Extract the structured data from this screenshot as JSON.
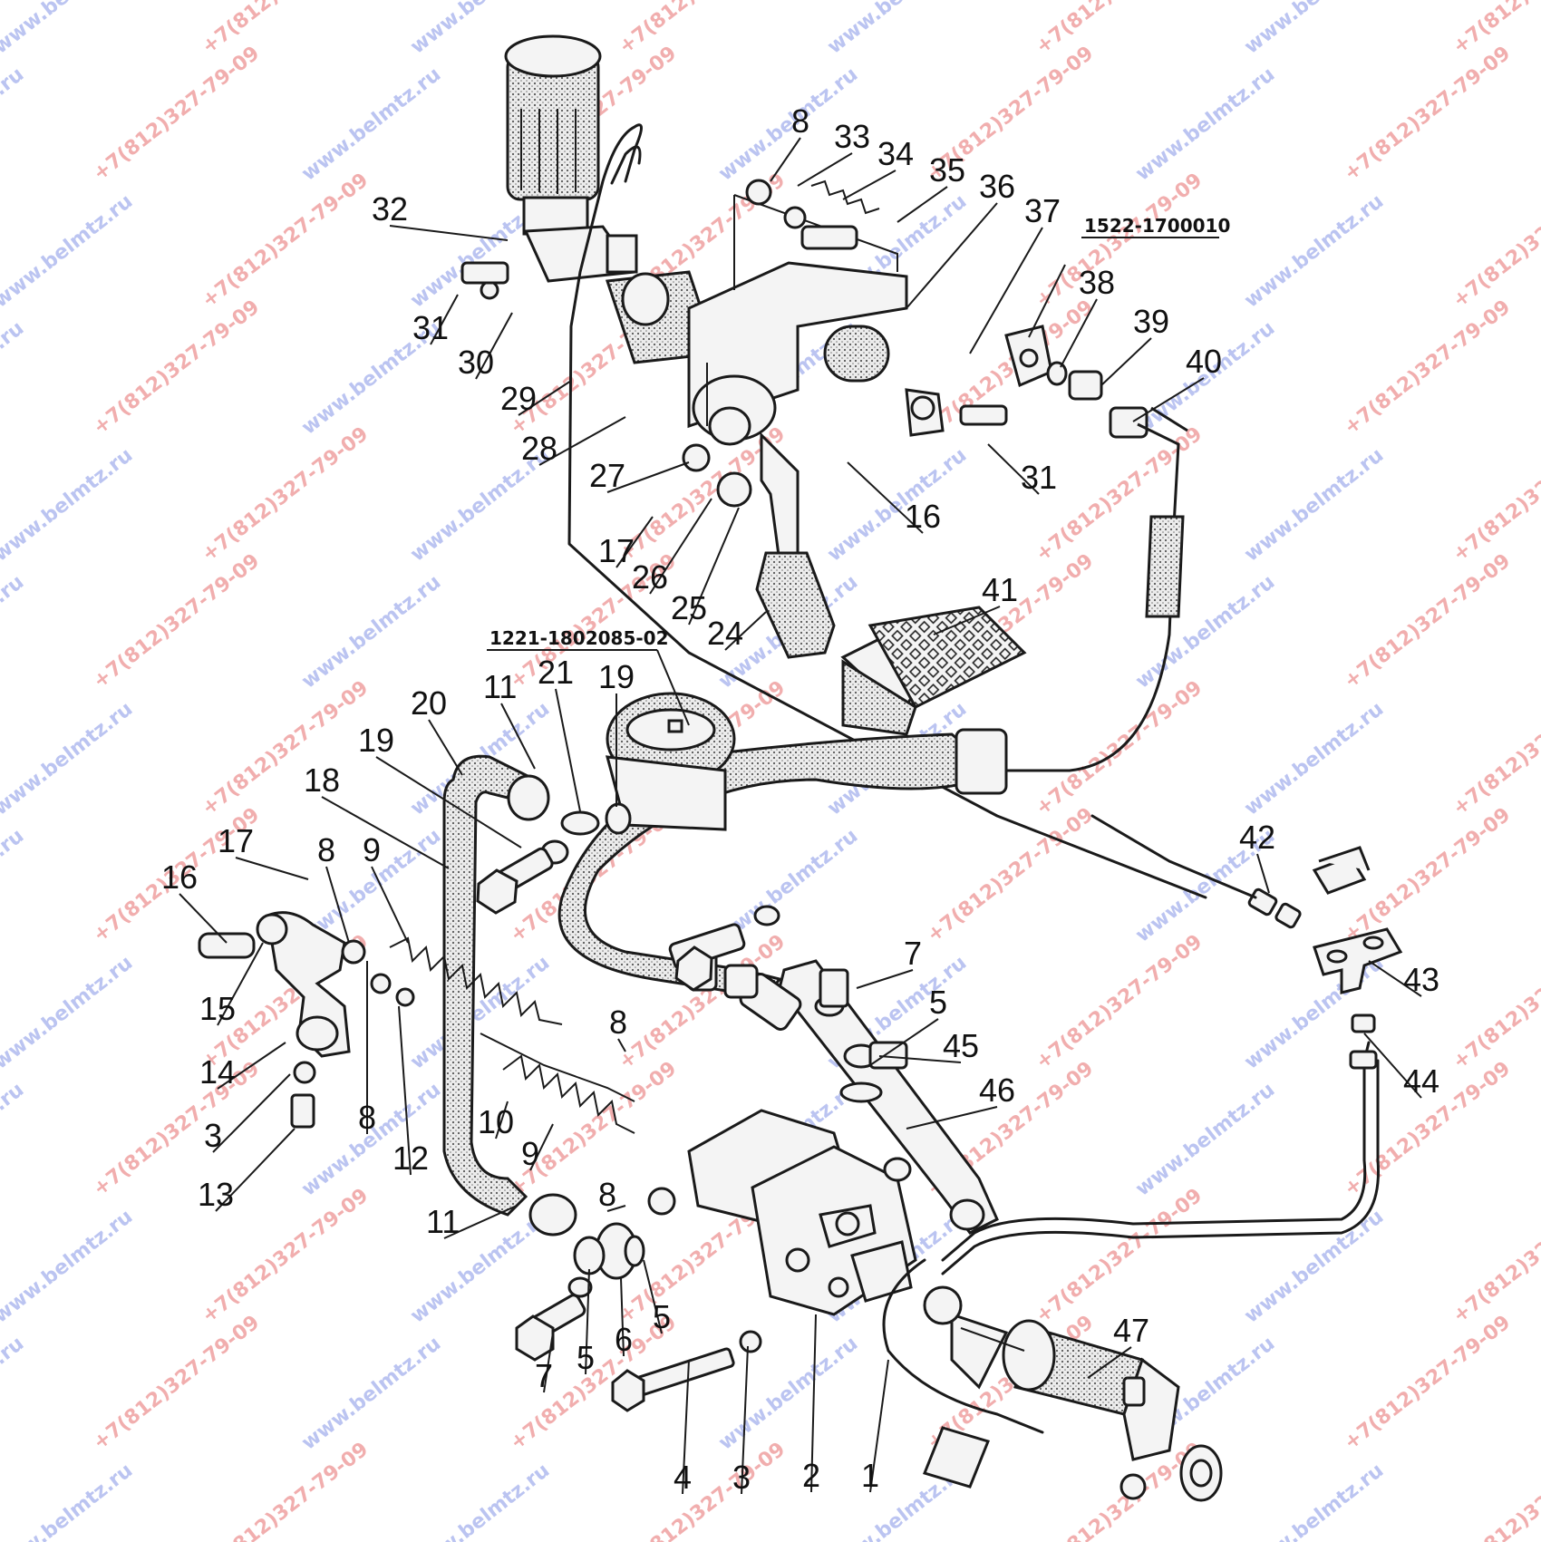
{
  "assembly_codes": [
    "1522-1700010",
    "1221-1802085-02"
  ],
  "watermarks": [
    "www.belmtz.ru",
    "+7(812)327-79-09"
  ],
  "colors": {
    "watermark_red": "#e87a7a",
    "watermark_blue": "#8f9ee8",
    "ink": "#1a1a1a"
  },
  "labels": {
    "l1": "1",
    "l2": "2",
    "l3a": "3",
    "l3b": "3",
    "l4": "4",
    "l5a": "5",
    "l5b": "5",
    "l5c": "5",
    "l6": "6",
    "l7a": "7",
    "l7b": "7",
    "l8a": "8",
    "l8b": "8",
    "l8c": "8",
    "l8d": "8",
    "l8e": "8",
    "l9a": "9",
    "l9b": "9",
    "l10": "10",
    "l11a": "11",
    "l11b": "11",
    "l12": "12",
    "l13": "13",
    "l14": "14",
    "l15": "15",
    "l16a": "16",
    "l16b": "16",
    "l17a": "17",
    "l17b": "17",
    "l18": "18",
    "l19a": "19",
    "l19b": "19",
    "l20": "20",
    "l21": "21",
    "l24": "24",
    "l25": "25",
    "l26": "26",
    "l27": "27",
    "l28": "28",
    "l29": "29",
    "l30": "30",
    "l31a": "31",
    "l31b": "31",
    "l32": "32",
    "l33": "33",
    "l34": "34",
    "l35": "35",
    "l36": "36",
    "l37": "37",
    "l38": "38",
    "l39": "39",
    "l40": "40",
    "l41": "41",
    "l42": "42",
    "l43": "43",
    "l44": "44",
    "l45": "45",
    "l46": "46",
    "l47": "47"
  }
}
